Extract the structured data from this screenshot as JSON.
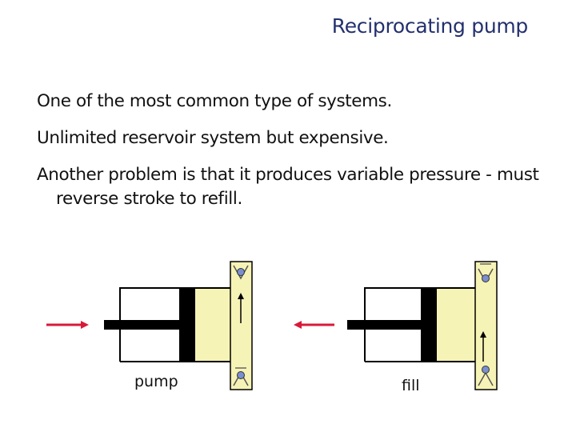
{
  "title": "Reciprocating pump",
  "bullets": [
    "One of the most common type of systems.",
    "Unlimited reservoir system but expensive.",
    "Another problem is that it produces variable pressure - must reverse stroke to refill."
  ],
  "diagrams": [
    {
      "caption": "pump",
      "piston_direction": "push-right",
      "active_valve": "outlet-top"
    },
    {
      "caption": "fill",
      "piston_direction": "pull-left",
      "active_valve": "inlet-bottom"
    }
  ],
  "colors": {
    "title": "#24306e",
    "fluid": "#f6f3b6",
    "motion_arrow": "#d8193a",
    "valve_ball": "#7a8fce",
    "piston": "#000000"
  }
}
